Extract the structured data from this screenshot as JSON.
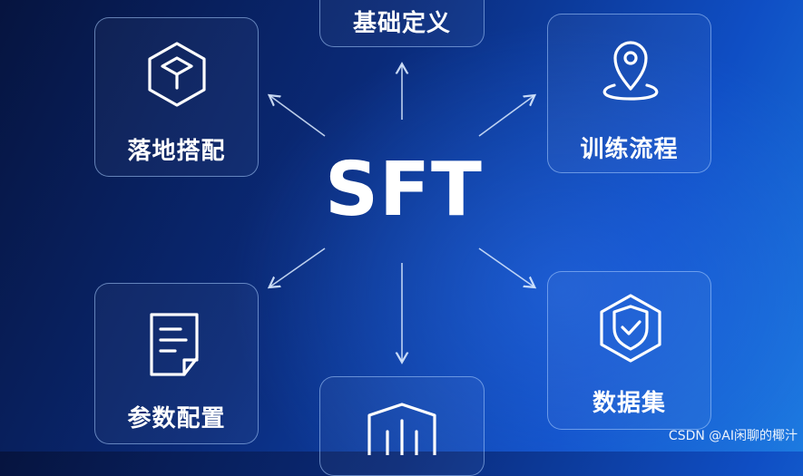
{
  "center": {
    "title": "SFT"
  },
  "nodes": {
    "top": {
      "label": "基础定义",
      "icon": "none"
    },
    "top_left": {
      "label": "落地搭配",
      "icon": "cube-hexagon-icon"
    },
    "top_right": {
      "label": "训练流程",
      "icon": "location-pin-icon"
    },
    "bottom_left": {
      "label": "参数配置",
      "icon": "document-icon"
    },
    "bottom_right": {
      "label": "数据集",
      "icon": "shield-check-icon"
    },
    "bottom": {
      "label": "",
      "icon": "chip-lines-icon"
    }
  },
  "watermark": {
    "text": "CSDN @AI闲聊的椰汁"
  },
  "colors": {
    "accent": "#ffffff",
    "card_border": "#aacdff"
  }
}
